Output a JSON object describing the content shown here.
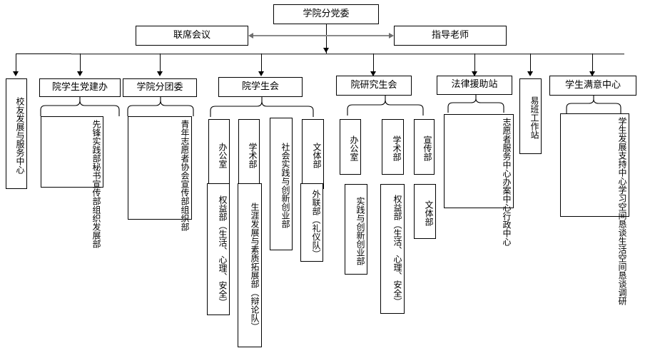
{
  "diagram": {
    "title_node": "学院分党委",
    "second_row": {
      "left": "联席会议",
      "right": "指导老师"
    },
    "branches": [
      {
        "id": "alumni",
        "label": "校友发展与服务中心",
        "orientation": "vertical",
        "children": []
      },
      {
        "id": "party-building-office",
        "label": "院学生党建办",
        "orientation": "horizontal",
        "children": [
          "先锋实践部",
          "秘书宣传部",
          "组织发展部"
        ]
      },
      {
        "id": "youth-league",
        "label": "学院分团委",
        "orientation": "horizontal",
        "children": [
          "青年志愿者协会",
          "宣传部",
          "组织部"
        ]
      },
      {
        "id": "student-union",
        "label": "院学生会",
        "orientation": "horizontal",
        "children": [
          "办公室",
          "学术部",
          "社会实践与创新创业部",
          "文体部",
          "权益部（生活、心理、安全）",
          "生涯发展与素质拓展部（辩论队）",
          "外联部（礼仪队）"
        ]
      },
      {
        "id": "graduate-union",
        "label": "院研究生会",
        "orientation": "horizontal",
        "children": [
          "办公室",
          "学术部",
          "宣传部",
          "实践与创新创业部",
          "权益部（生活、心理、安全）",
          "文体部"
        ]
      },
      {
        "id": "legal-aid",
        "label": "法律援助站",
        "orientation": "horizontal",
        "children": [
          "志愿者服务中心",
          "办案中心",
          "行政中心"
        ]
      },
      {
        "id": "yiban-workstation",
        "label": "易班工作站",
        "orientation": "vertical",
        "children": []
      },
      {
        "id": "student-satisfaction",
        "label": "学生满意中心",
        "orientation": "horizontal",
        "children": [
          "学生发展支持中心",
          "学习空间恳谈",
          "生活空间恳谈",
          "调研"
        ]
      }
    ],
    "colors": {
      "line": "#000000",
      "accent_line": "#8a8a8a",
      "box_fill": "#ffffff",
      "text": "#000000"
    }
  }
}
